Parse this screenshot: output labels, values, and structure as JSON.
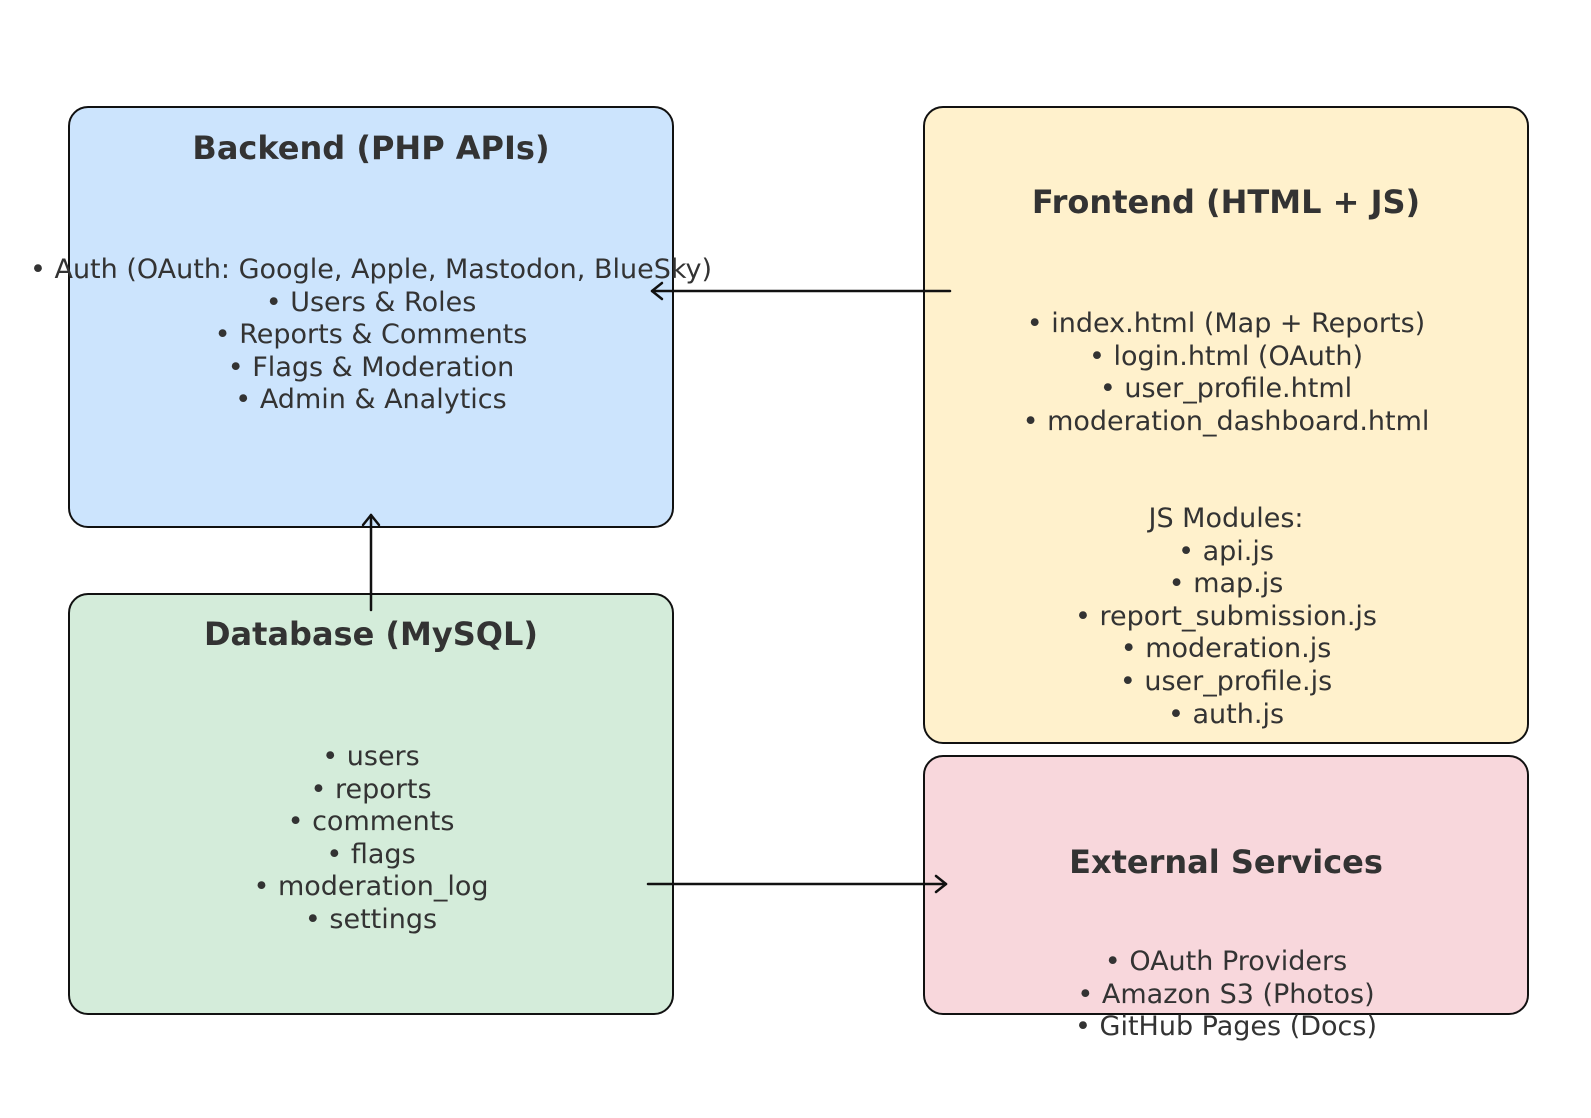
{
  "backend": {
    "title": "Backend (PHP APIs)",
    "items": [
      "Auth (OAuth: Google, Apple, Mastodon, BlueSky)",
      "Users & Roles",
      "Reports & Comments",
      "Flags & Moderation",
      "Admin & Analytics"
    ],
    "color": "#cce4fd"
  },
  "frontend": {
    "title": "Frontend (HTML + JS)",
    "pages": [
      "index.html (Map + Reports)",
      "login.html (OAuth)",
      "user_profile.html",
      "moderation_dashboard.html"
    ],
    "modules_heading": "JS Modules:",
    "modules": [
      "api.js",
      "map.js",
      "report_submission.js",
      "moderation.js",
      "user_profile.js",
      "auth.js"
    ],
    "color": "#fff1cc"
  },
  "database": {
    "title": "Database (MySQL)",
    "items": [
      "users",
      "reports",
      "comments",
      "flags",
      "moderation_log",
      "settings"
    ],
    "color": "#d4ecda"
  },
  "external": {
    "title": "External Services",
    "items": [
      "OAuth Providers",
      "Amazon S3 (Photos)",
      "GitHub Pages (Docs)"
    ],
    "color": "#f8d7dc"
  }
}
